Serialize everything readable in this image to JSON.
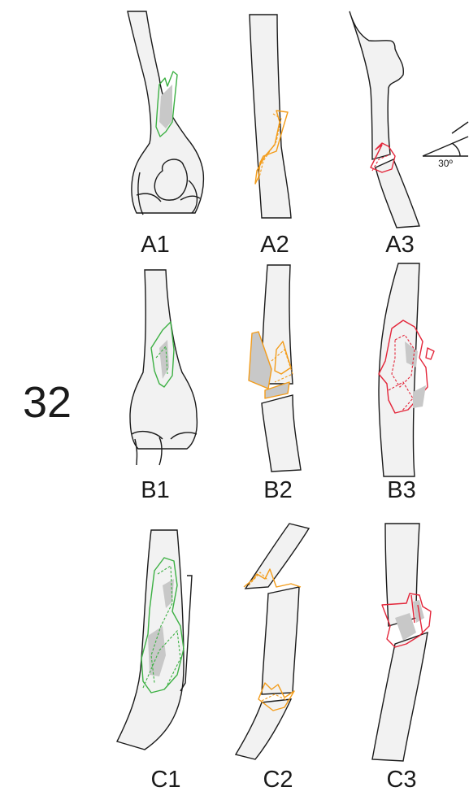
{
  "group_label": "32",
  "angle_label": "30º",
  "colors": {
    "A1": "#3cb043",
    "B1": "#3cb043",
    "C1": "#3cb043",
    "A2": "#f39c1a",
    "B2": "#f39c1a",
    "C2": "#f39c1a",
    "A3": "#e3263a",
    "B3": "#e3263a",
    "C3": "#e3263a"
  },
  "panels": [
    {
      "id": "A1",
      "label": "A1"
    },
    {
      "id": "A2",
      "label": "A2"
    },
    {
      "id": "A3",
      "label": "A3"
    },
    {
      "id": "B1",
      "label": "B1"
    },
    {
      "id": "B2",
      "label": "B2"
    },
    {
      "id": "B3",
      "label": "B3"
    },
    {
      "id": "C1",
      "label": "C1"
    },
    {
      "id": "C2",
      "label": "C2"
    },
    {
      "id": "C3",
      "label": "C3"
    }
  ]
}
